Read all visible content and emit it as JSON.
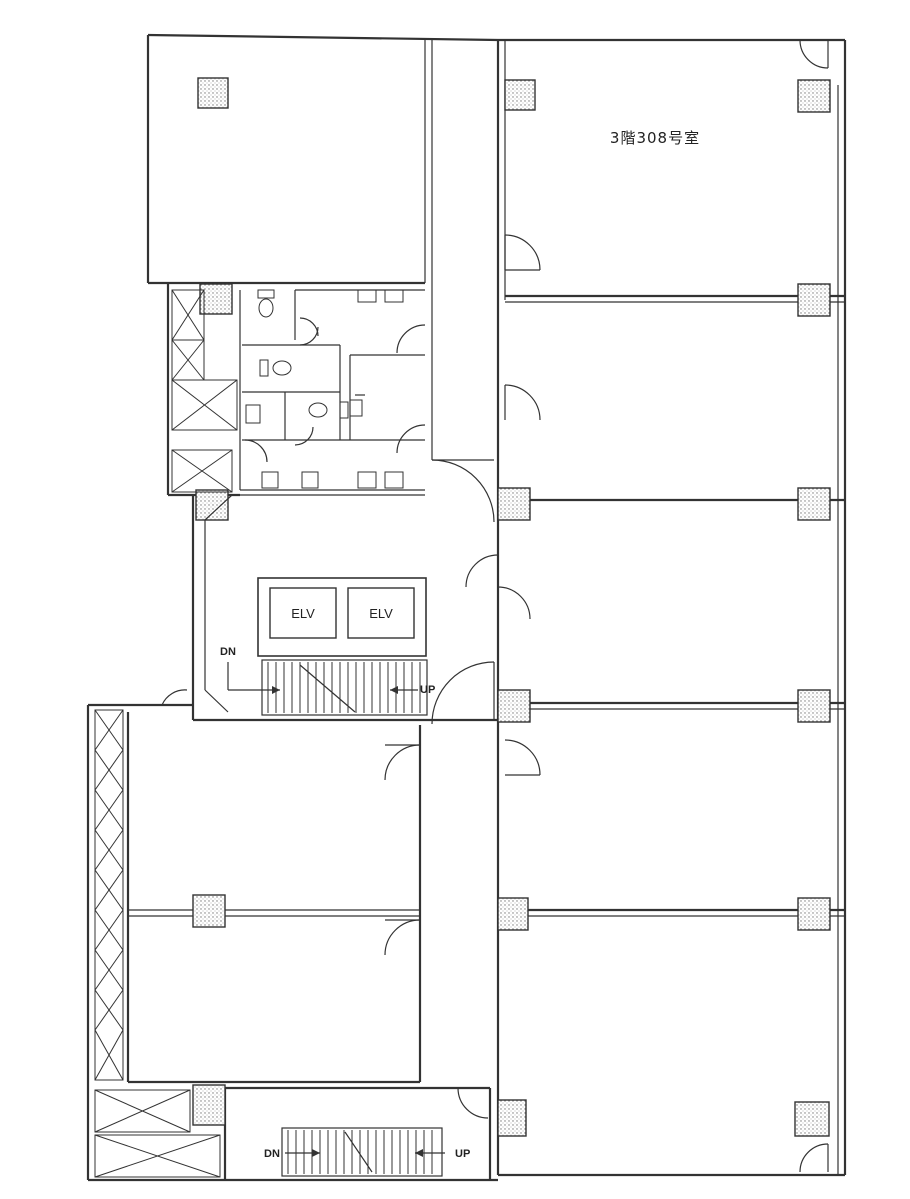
{
  "room_label": "3階308号室",
  "elevators": [
    "ELV",
    "ELV"
  ],
  "stairs_main": {
    "down": "DN",
    "up": "UP"
  },
  "stairs_south": {
    "down": "DN",
    "up": "UP"
  },
  "icons": [
    "door-swing-icon",
    "column-hatch-icon",
    "toilet-icon",
    "urinal-icon",
    "shaft-cross-icon",
    "stair-arrow-icon"
  ]
}
